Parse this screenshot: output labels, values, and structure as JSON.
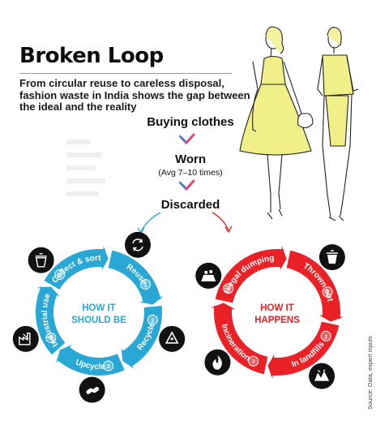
{
  "header": {
    "title": "Broken Loop",
    "subtitle": "From circular reuse to careless disposal, fashion waste in India shows the gap between the ideal and the reality"
  },
  "flow": {
    "buying": "Buying clothes",
    "worn": "Worn",
    "worn_note": "(Avg 7–10 times)",
    "discarded": "Discarded"
  },
  "ideal_cycle": {
    "center_line1": "HOW IT",
    "center_line2": "SHOULD BE",
    "color": "#29a8d6",
    "steps": [
      {
        "num": "1",
        "label": "Reuse",
        "icon": "refresh-arrows-icon"
      },
      {
        "num": "2",
        "label": "Recycle",
        "icon": "recycle-icon"
      },
      {
        "num": "3",
        "label": "Upcycle",
        "icon": "pills-icon"
      },
      {
        "num": "4",
        "label": "Industrial use",
        "icon": "factory-icon"
      },
      {
        "num": "5",
        "label": "Collect & sort",
        "icon": "collect-bin-icon"
      }
    ]
  },
  "reality_cycle": {
    "center_line1": "HOW IT",
    "center_line2": "HAPPENS",
    "color": "#ea2227",
    "steps": [
      {
        "num": "1",
        "label": "Thrown out",
        "icon": "trash-can-icon"
      },
      {
        "num": "2",
        "label": "In landfills",
        "icon": "landfill-icon"
      },
      {
        "num": "3",
        "label": "Incineration",
        "icon": "fire-icon"
      },
      {
        "num": "4",
        "label": "Illegal dumping",
        "icon": "dump-icon"
      }
    ]
  },
  "source": "Source: Data, expert inputs",
  "colors": {
    "check": "#e0427a",
    "tick_mark": "#3b7fc4",
    "figure_fill": "#f0ef88"
  }
}
